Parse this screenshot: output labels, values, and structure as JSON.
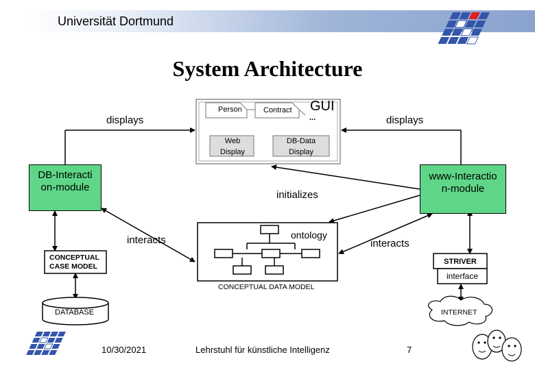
{
  "header": {
    "title": "Universität Dortmund"
  },
  "slide": {
    "title": "System Architecture"
  },
  "gui": {
    "label": "GUI",
    "ellipsis": "...",
    "items": [
      "Person",
      "Contract",
      "Web Display",
      "DB-Data Display"
    ]
  },
  "edges": {
    "displays_left": "displays",
    "displays_right": "displays",
    "initializes": "initializes",
    "interacts_left": "interacts",
    "interacts_right": "interacts"
  },
  "modules": {
    "db_interaction": "DB-Interaction-module",
    "www_interaction": "www-Interaction-module"
  },
  "ontology": {
    "label": "ontology",
    "model_label": "CONCEPTUAL DATA MODEL"
  },
  "conceptual_case_model": "CONCEPTUAL CASE MODEL",
  "striver": {
    "name": "STRIVER",
    "interface": "interface"
  },
  "database": "DATABASE",
  "internet": "INTERNET",
  "footer": {
    "date": "10/30/2021",
    "chair": "Lehrstuhl für künstliche Intelligenz",
    "page": "7"
  }
}
